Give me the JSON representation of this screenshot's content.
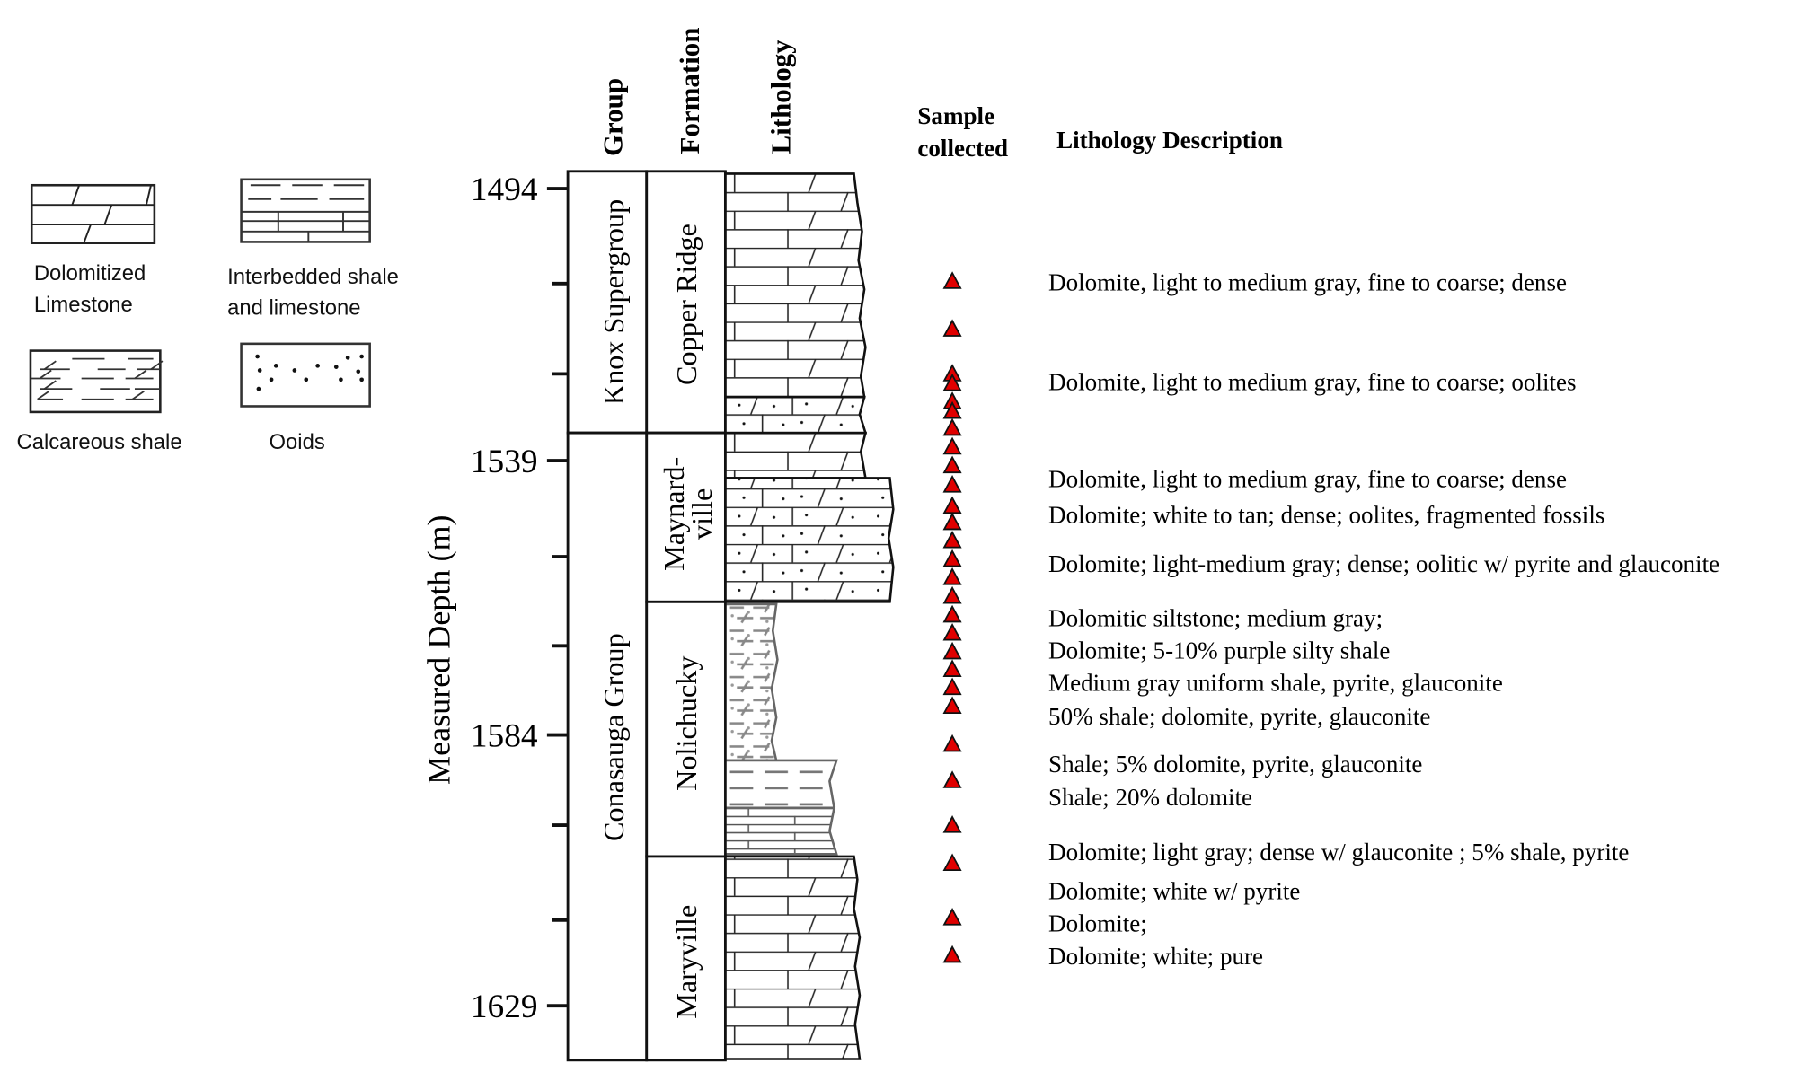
{
  "legend": {
    "items": [
      {
        "line1": "Dolomitized",
        "line2": "Limestone",
        "pattern": "dolomitized-limestone"
      },
      {
        "line1": "Interbedded shale",
        "line2": "and limestone",
        "pattern": "interbedded-shale-limestone"
      },
      {
        "line1": "Calcareous shale",
        "line2": "",
        "pattern": "calcareous-shale"
      },
      {
        "line1": "Ooids",
        "line2": "",
        "pattern": "ooids"
      }
    ]
  },
  "headers": {
    "group": "Group",
    "formation": "Formation",
    "lithology": "Lithology",
    "sample_line1": "Sample",
    "sample_line2": "collected",
    "description": "Lithology Description"
  },
  "axis": {
    "label": "Measured Depth (m)",
    "ticks": [
      "1494",
      "1539",
      "1584",
      "1629"
    ]
  },
  "groups": [
    "Knox Supergroup",
    "Conasauga Group"
  ],
  "formations": {
    "copper_ridge": "Copper Ridge",
    "maynardville_1": "Maynard-",
    "maynardville_2": "ville",
    "nolichucky": "Nolichucky",
    "maryville": "Maryville"
  },
  "samples": {
    "marker_color": "#e00000",
    "depths_m": [
      1509.3,
      1517.2,
      1524.6,
      1526.2,
      1529.2,
      1530.8,
      1533.6,
      1536.7,
      1539.8,
      1543.0,
      1546.5,
      1549.2,
      1552.2,
      1555.3,
      1558.3,
      1561.4,
      1564.5,
      1567.5,
      1570.6,
      1573.5,
      1576.5,
      1579.6,
      1585.9,
      1591.9,
      1599.3,
      1605.6,
      1614.6,
      1620.8
    ]
  },
  "descriptions": [
    "Dolomite, light to medium gray, fine to coarse; dense",
    "Dolomite, light to medium gray, fine to coarse; oolites",
    "Dolomite, light to medium gray, fine to coarse; dense",
    "Dolomite; white to tan; dense; oolites, fragmented fossils",
    "Dolomite; light-medium gray; dense; oolitic w/ pyrite and glauconite",
    "Dolomitic siltstone; medium gray;",
    "Dolomite; 5-10% purple silty shale",
    "Medium gray uniform shale, pyrite, glauconite",
    "50% shale; dolomite, pyrite, glauconite",
    "Shale; 5% dolomite, pyrite, glauconite",
    "Shale; 20% dolomite",
    "Dolomite; light gray; dense w/ glauconite ; 5% shale, pyrite",
    "Dolomite; white w/ pyrite",
    "Dolomite;",
    "Dolomite; white; pure"
  ]
}
